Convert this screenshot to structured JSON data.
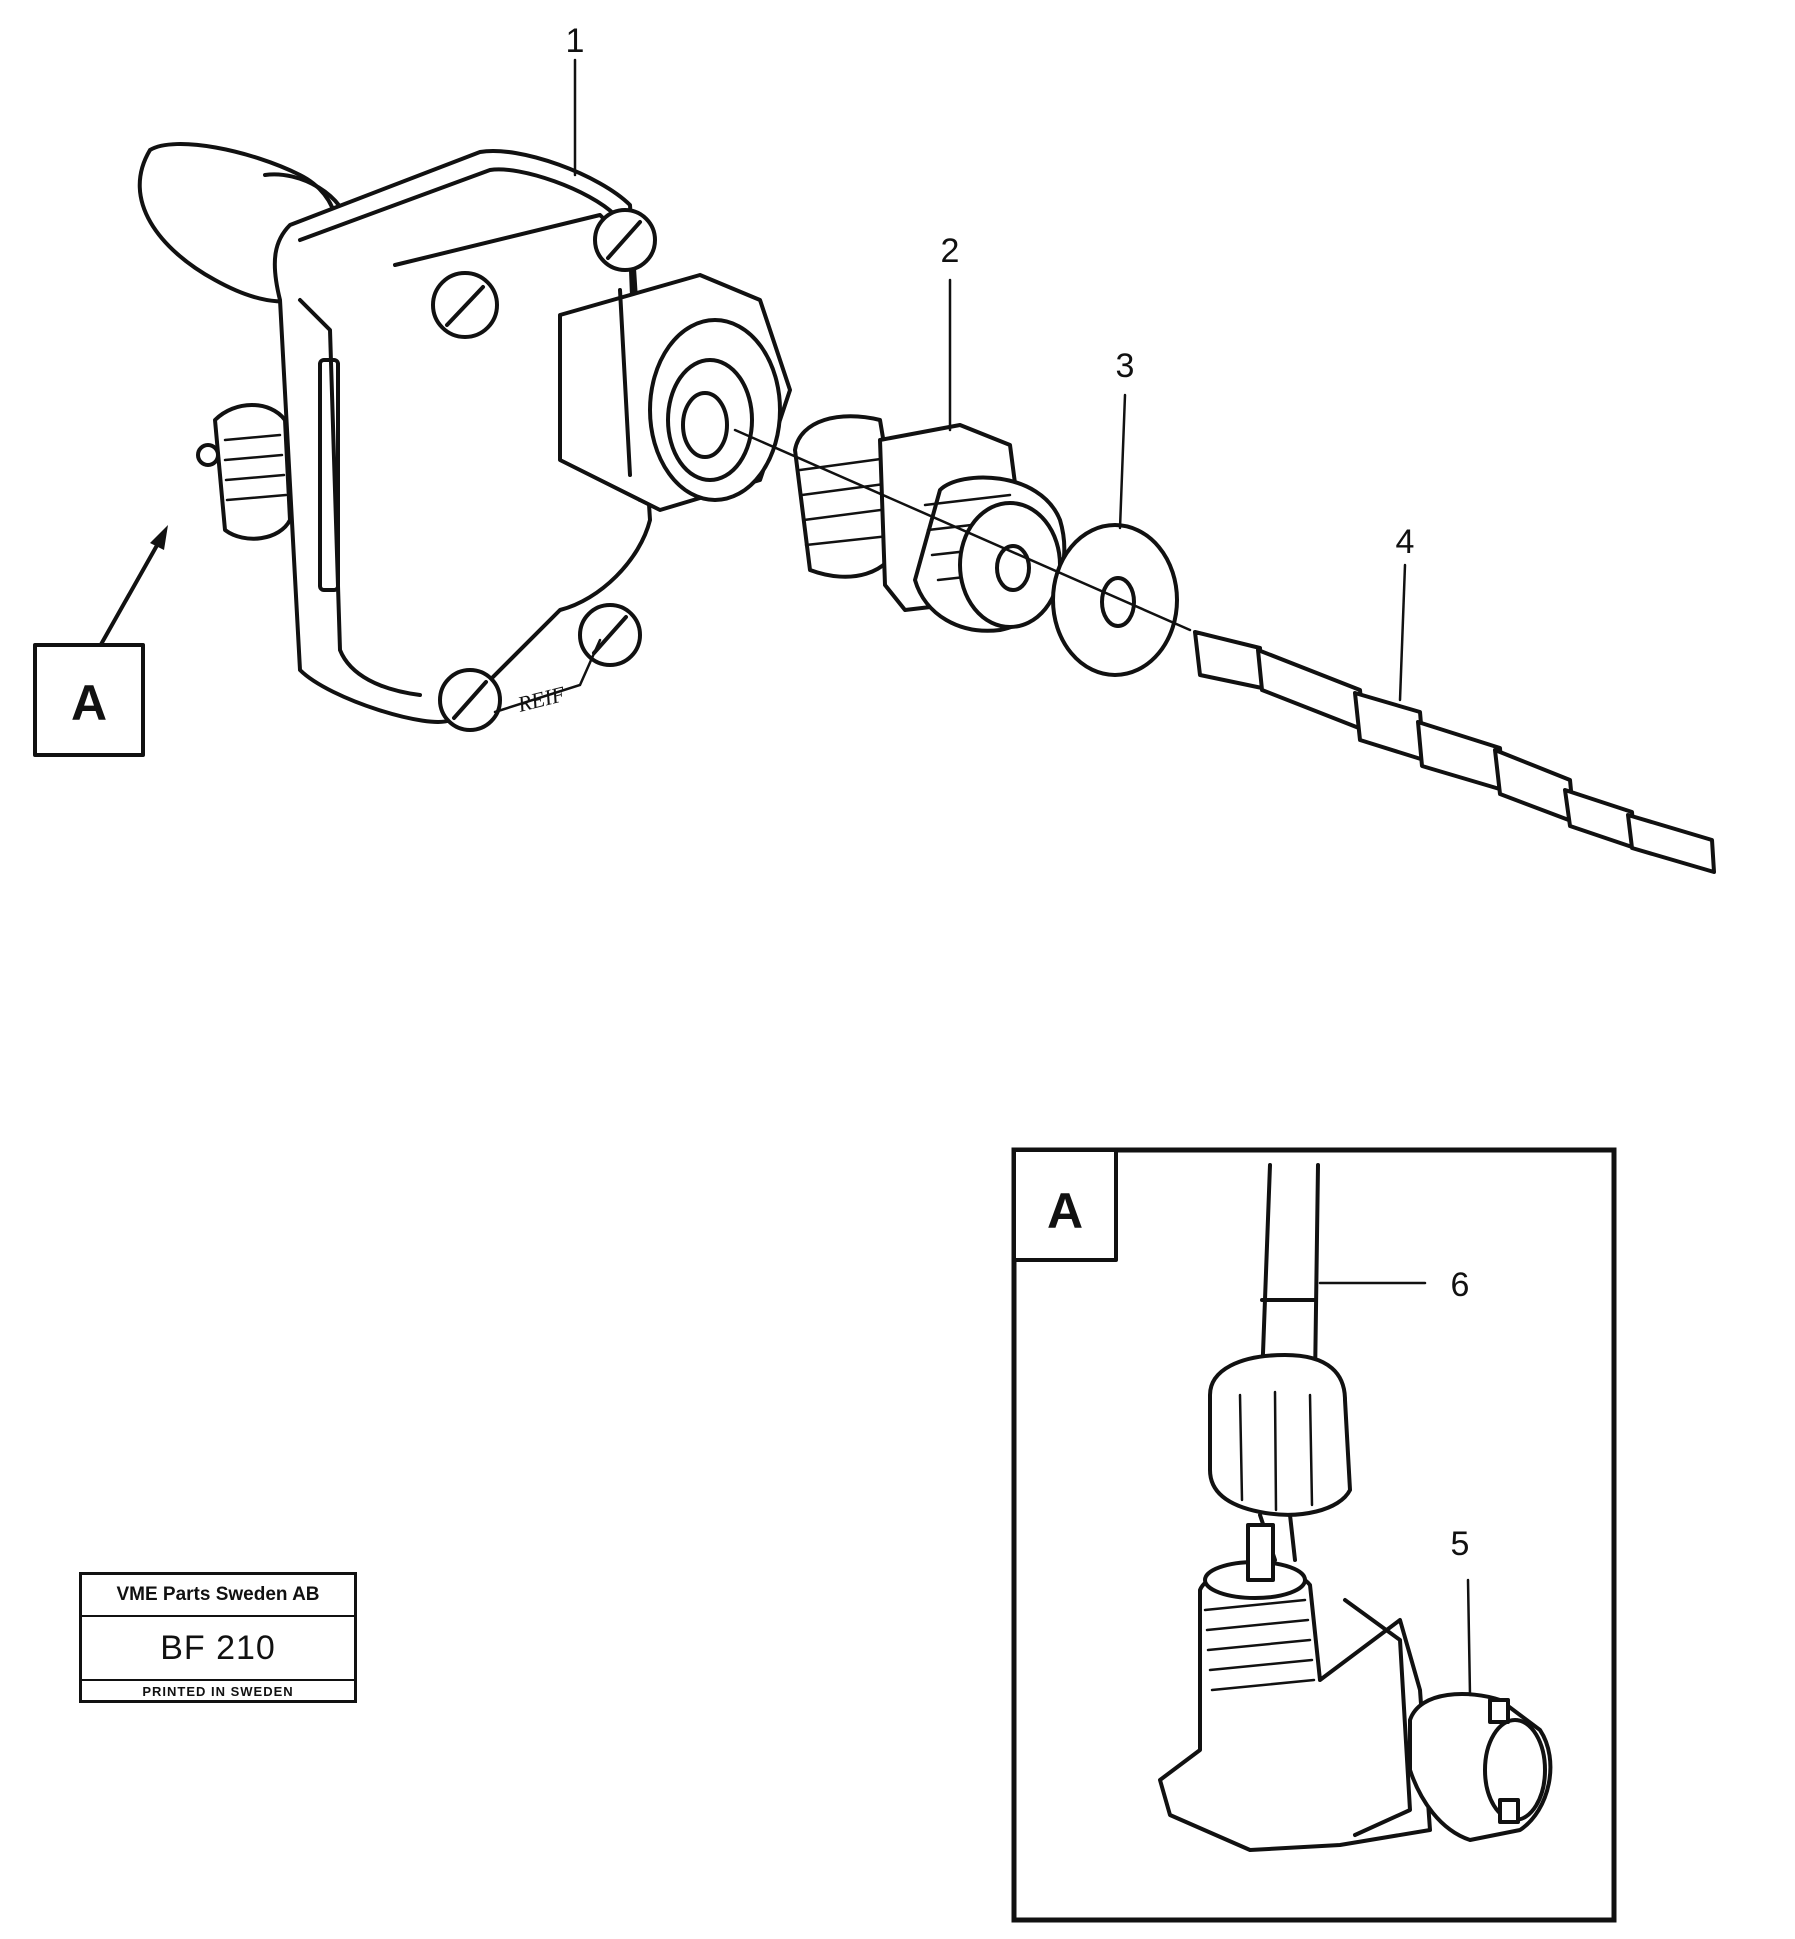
{
  "callouts": {
    "c1": "1",
    "c2": "2",
    "c3": "3",
    "c4": "4",
    "c5": "5",
    "c6": "6"
  },
  "view_marker": "A",
  "detail_marker": "A",
  "housing_marking": "REIF",
  "title_block": {
    "company": "VME Parts Sweden AB",
    "code": "BF 210",
    "footer": "PRINTED IN SWEDEN"
  }
}
